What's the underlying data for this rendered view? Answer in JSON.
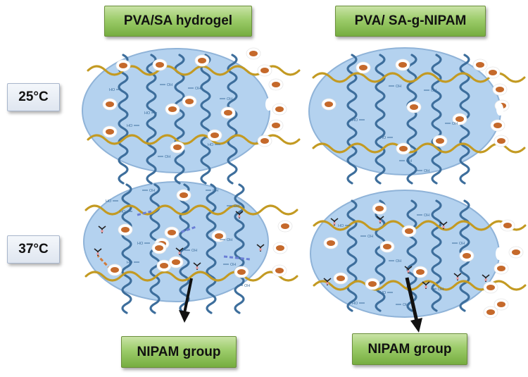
{
  "headers": {
    "left": "PVA/SA hydrogel",
    "right": "PVA/ SA-g-NIPAM"
  },
  "temperatures": {
    "low": "25°C",
    "high": "37°C"
  },
  "callouts": {
    "left": "NIPAM group",
    "right": "NIPAM group"
  },
  "hydroxyl_label": "OH",
  "hydroxyl_label_alt": "HO",
  "colors": {
    "gel_fill": "#b4d2ef",
    "gel_edge": "#8fb3d8",
    "pva_chain": "#3d6e9c",
    "sa_chain": "#c39a22",
    "drug_white": "#ffffff",
    "drug_core": "#c5692b",
    "nipam": "#222222",
    "hbond": "#6b7fd6",
    "header_green": "#8cc152"
  }
}
